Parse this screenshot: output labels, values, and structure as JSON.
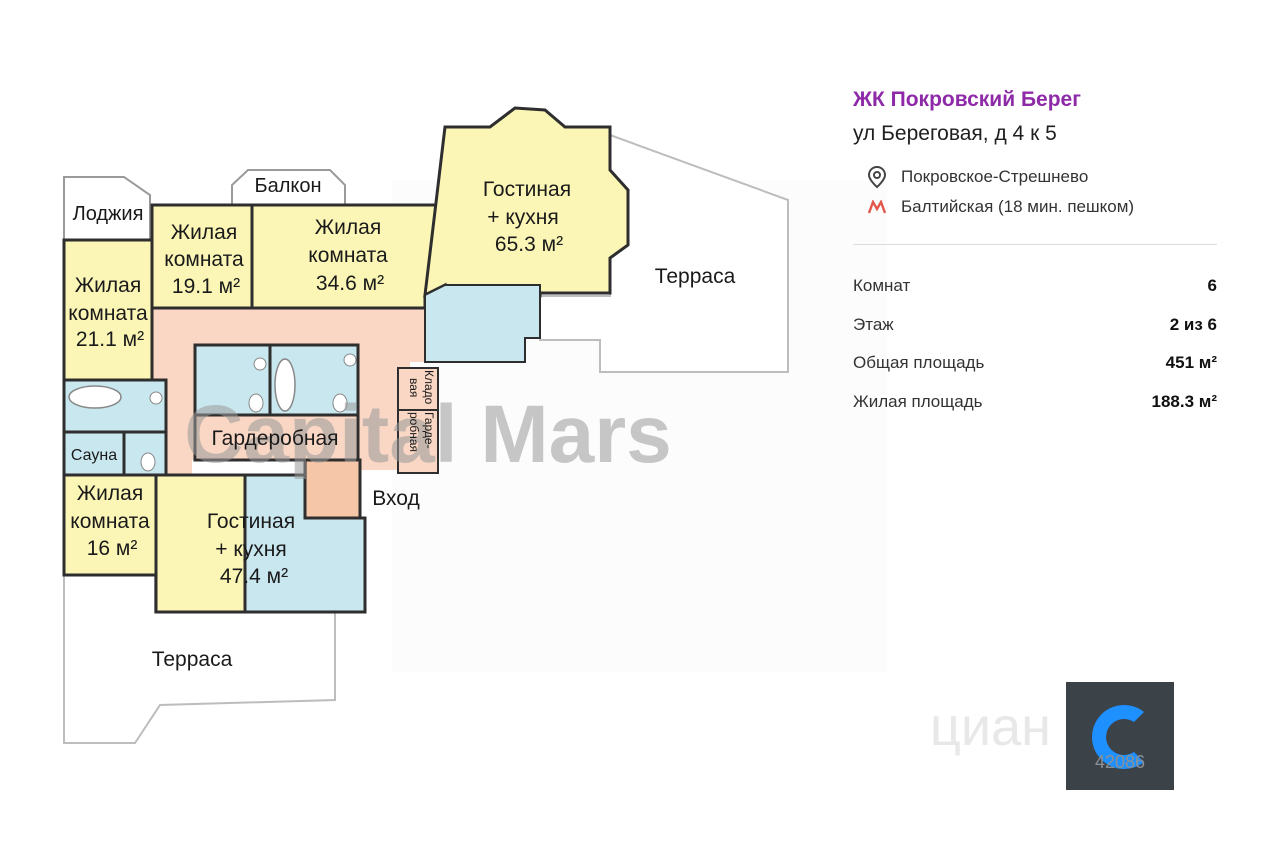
{
  "listing": {
    "complex_name": "ЖК Покровский Берег",
    "address": "ул Береговая, д 4 к 5",
    "district": "Покровское-Стрешнево",
    "metro": "Балтийская (18 мин. пешком)"
  },
  "params": [
    {
      "label": "Комнат",
      "value": "6"
    },
    {
      "label": "Этаж",
      "value": "2 из 6"
    },
    {
      "label": "Общая площадь",
      "value": "451 м²"
    },
    {
      "label": "Жилая площадь",
      "value": "188.3 м²"
    }
  ],
  "plan": {
    "loggia": "Лоджия",
    "balcony": "Балкон",
    "room_21_l1": "Жилая",
    "room_21_l2": "комната",
    "room_21_l3": "21.1 м²",
    "room_19_l1": "Жилая",
    "room_19_l2": "комната",
    "room_19_l3": "19.1 м²",
    "room_34_l1": "Жилая",
    "room_34_l2": "комната",
    "room_34_l3": "34.6 м²",
    "living65_l1": "Гостиная",
    "living65_l2": "+ кухня",
    "living65_l3": "65.3 м²",
    "terrace_right": "Терраса",
    "sauna": "Сауна",
    "wardrobe_big": "Гардеробная",
    "pantry_l1": "Кладо",
    "pantry_l2": "вая",
    "wardrobe_small_l1": "Гарде-",
    "wardrobe_small_l2": "робная",
    "entrance": "Вход",
    "room_16_l1": "Жилая",
    "room_16_l2": "комната",
    "room_16_l3": "16 м²",
    "living47_l1": "Гостиная",
    "living47_l2": "+ кухня",
    "living47_l3": "47.4 м²",
    "terrace_bottom": "Терраса",
    "watermark": "Capital Mars"
  },
  "logo": {
    "text": "циан",
    "id": "42086"
  },
  "colors": {
    "living": "#fbf6b6",
    "corridor": "#f9d7c4",
    "wet": "#c9e7ef",
    "entrance": "#f6c6a8",
    "wall": "#2e2e2e",
    "brand": "#8e2aa8"
  }
}
